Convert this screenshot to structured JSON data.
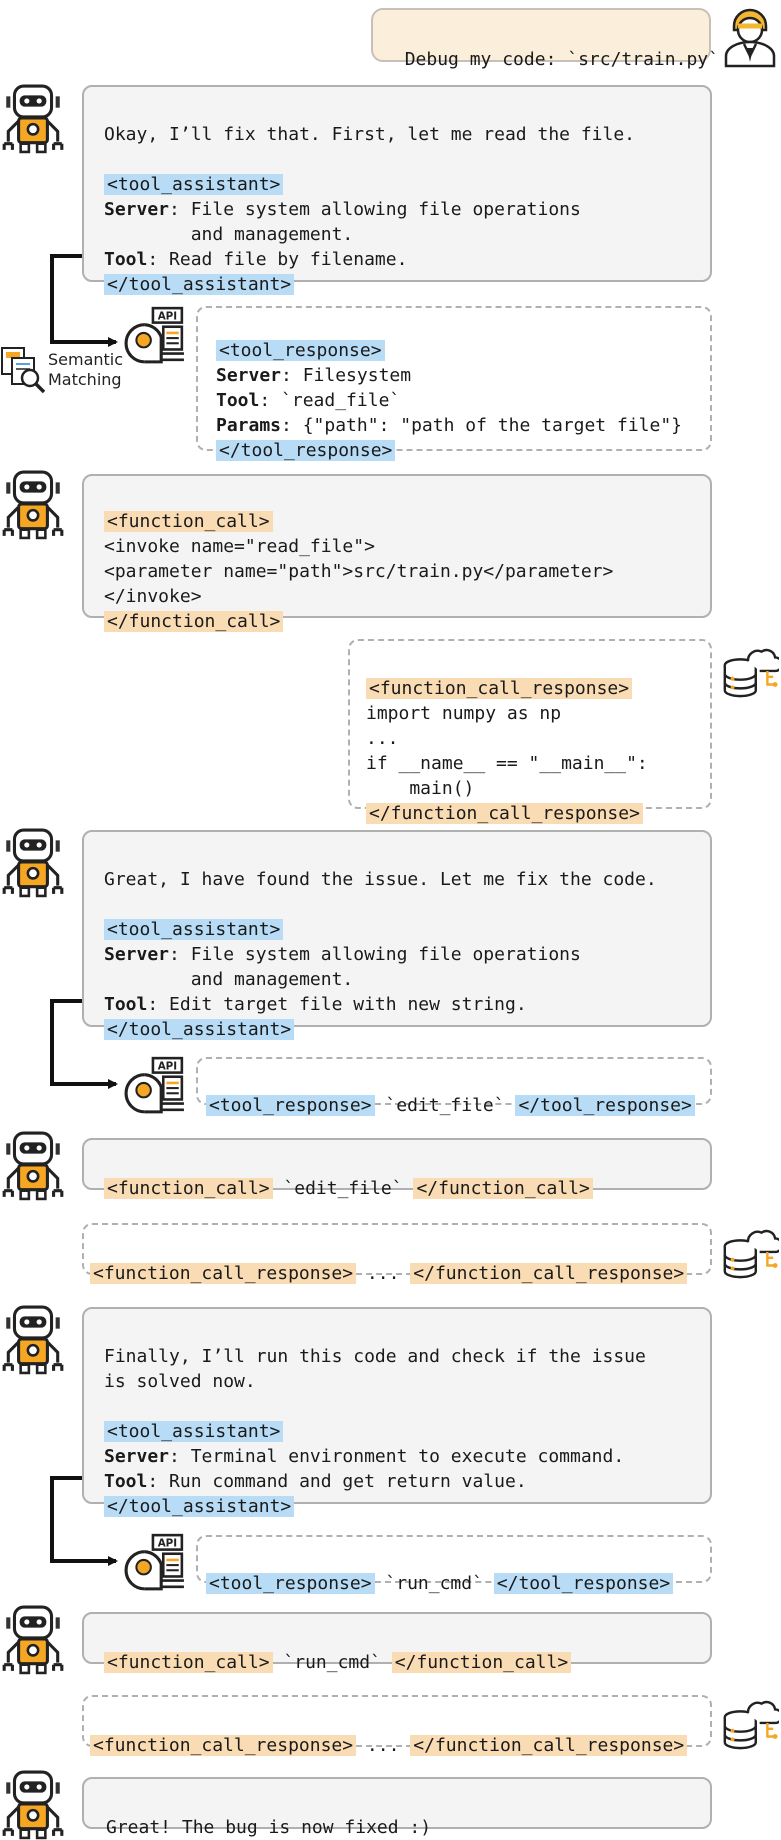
{
  "user_message": "Debug my code: `src/train.py`",
  "semantic_label": [
    "Semantic",
    "Matching"
  ],
  "turn1": {
    "text": "Okay, I’ll fix that. First, let me read the file.",
    "open": "<tool_assistant>",
    "server_key": "Server",
    "server_line1": ": File system allowing file operations",
    "server_line2": "and management.",
    "tool_key": "Tool",
    "tool_val": ": Read file by filename.",
    "close": "</tool_assistant>"
  },
  "resp1": {
    "open": "<tool_response>",
    "server_key": "Server",
    "server_val": ": Filesystem",
    "tool_key": "Tool",
    "tool_val": ": `read_file`",
    "params_key": "Params",
    "params_val": ": {\"path\": \"path of the target file\"}",
    "close": "</tool_response>"
  },
  "call1": {
    "open": "<function_call>",
    "lines": [
      "<invoke name=\"read_file\">",
      "<parameter name=\"path\">src/train.py</parameter>",
      "</invoke>"
    ],
    "close": "</function_call>"
  },
  "fresp1": {
    "open": "<function_call_response>",
    "lines": [
      "import numpy as np",
      "...",
      "if __name__ == \"__main__\":",
      "    main()"
    ],
    "close": "</function_call_response>"
  },
  "turn2": {
    "text": "Great, I have found the issue. Let me fix the code.",
    "open": "<tool_assistant>",
    "server_key": "Server",
    "server_line1": ": File system allowing file operations",
    "server_line2": "and management.",
    "tool_key": "Tool",
    "tool_val": ": Edit target file with new string.",
    "close": "</tool_assistant>"
  },
  "resp2": {
    "open": "<tool_response>",
    "mid": " `edit_file` ",
    "close": "</tool_response>"
  },
  "call2": {
    "open": "<function_call>",
    "mid": " `edit_file` ",
    "close": "</function_call>"
  },
  "fresp2": {
    "open": "<function_call_response>",
    "mid": " ... ",
    "close": "</function_call_response>"
  },
  "turn3": {
    "text1": "Finally, I’ll run this code and check if the issue",
    "text2": "is solved now.",
    "open": "<tool_assistant>",
    "server_key": "Server",
    "server_val": ": Terminal environment to execute command.",
    "tool_key": "Tool",
    "tool_val": ": Run command and get return value.",
    "close": "</tool_assistant>"
  },
  "resp3": {
    "open": "<tool_response>",
    "mid": " `run_cmd` ",
    "close": "</tool_response>"
  },
  "call3": {
    "open": "<function_call>",
    "mid": " `run_cmd` ",
    "close": "</function_call>"
  },
  "fresp3": {
    "open": "<function_call_response>",
    "mid": " ... ",
    "close": "</function_call_response>"
  },
  "final": "Great! The bug is now fixed :)",
  "colors": {
    "blue_tag": "#b8dcf5",
    "orange_tag": "#fadcb4",
    "box_border": "#b0b0b0",
    "accent": "#f0a030"
  }
}
